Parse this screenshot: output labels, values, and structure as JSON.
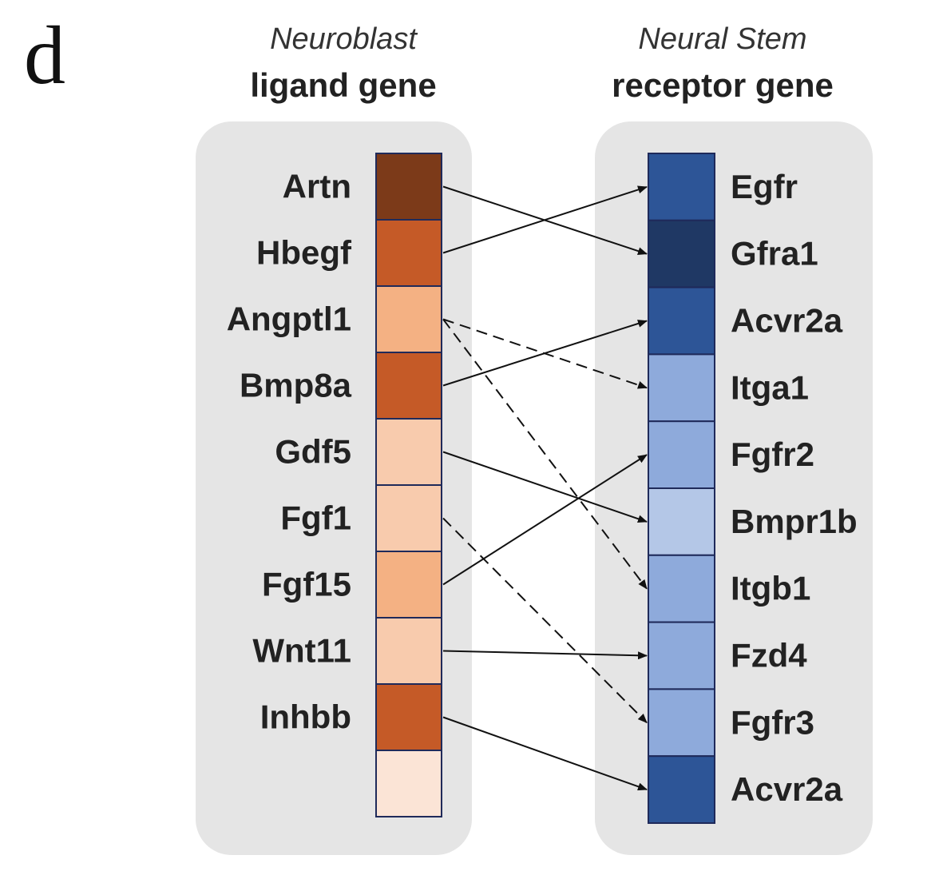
{
  "panel_label": "d",
  "left": {
    "cell_type": "Neuroblast",
    "title": "ligand gene",
    "genes": [
      {
        "label": "Artn",
        "color": "#7c3a19"
      },
      {
        "label": "Hbegf",
        "color": "#c55a27"
      },
      {
        "label": "Angptl1",
        "color": "#f4b183"
      },
      {
        "label": "Bmp8a",
        "color": "#c55a27"
      },
      {
        "label": "Gdf5",
        "color": "#f8cbad"
      },
      {
        "label": "Fgf1",
        "color": "#f8cbad"
      },
      {
        "label": "Fgf15",
        "color": "#f4b183"
      },
      {
        "label": "Wnt11",
        "color": "#f8cbad"
      },
      {
        "label": "Inhbb",
        "color": "#c55a27"
      },
      {
        "label": "",
        "color": "#fbe4d6"
      }
    ]
  },
  "right": {
    "cell_type": "Neural Stem",
    "title": "receptor gene",
    "genes": [
      {
        "label": "Egfr",
        "color": "#2d5597"
      },
      {
        "label": "Gfra1",
        "color": "#1f3864"
      },
      {
        "label": "Acvr2a",
        "color": "#2d5597"
      },
      {
        "label": "Itga1",
        "color": "#8eaadb"
      },
      {
        "label": "Fgfr2",
        "color": "#8eaadb"
      },
      {
        "label": "Bmpr1b",
        "color": "#b4c7e7"
      },
      {
        "label": "Itgb1",
        "color": "#8eaadb"
      },
      {
        "label": "Fzd4",
        "color": "#8eaadb"
      },
      {
        "label": "Fgfr3",
        "color": "#8eaadb"
      },
      {
        "label": "Acvr2a",
        "color": "#2d5597"
      }
    ]
  },
  "links": [
    {
      "from": 0,
      "to": 1,
      "style": "solid"
    },
    {
      "from": 1,
      "to": 0,
      "style": "solid"
    },
    {
      "from": 2,
      "to": 3,
      "style": "dashed"
    },
    {
      "from": 2,
      "to": 6,
      "style": "dashed"
    },
    {
      "from": 3,
      "to": 2,
      "style": "solid"
    },
    {
      "from": 4,
      "to": 5,
      "style": "solid"
    },
    {
      "from": 5,
      "to": 8,
      "style": "dashed"
    },
    {
      "from": 6,
      "to": 4,
      "style": "solid"
    },
    {
      "from": 7,
      "to": 7,
      "style": "solid"
    },
    {
      "from": 8,
      "to": 9,
      "style": "solid"
    }
  ]
}
